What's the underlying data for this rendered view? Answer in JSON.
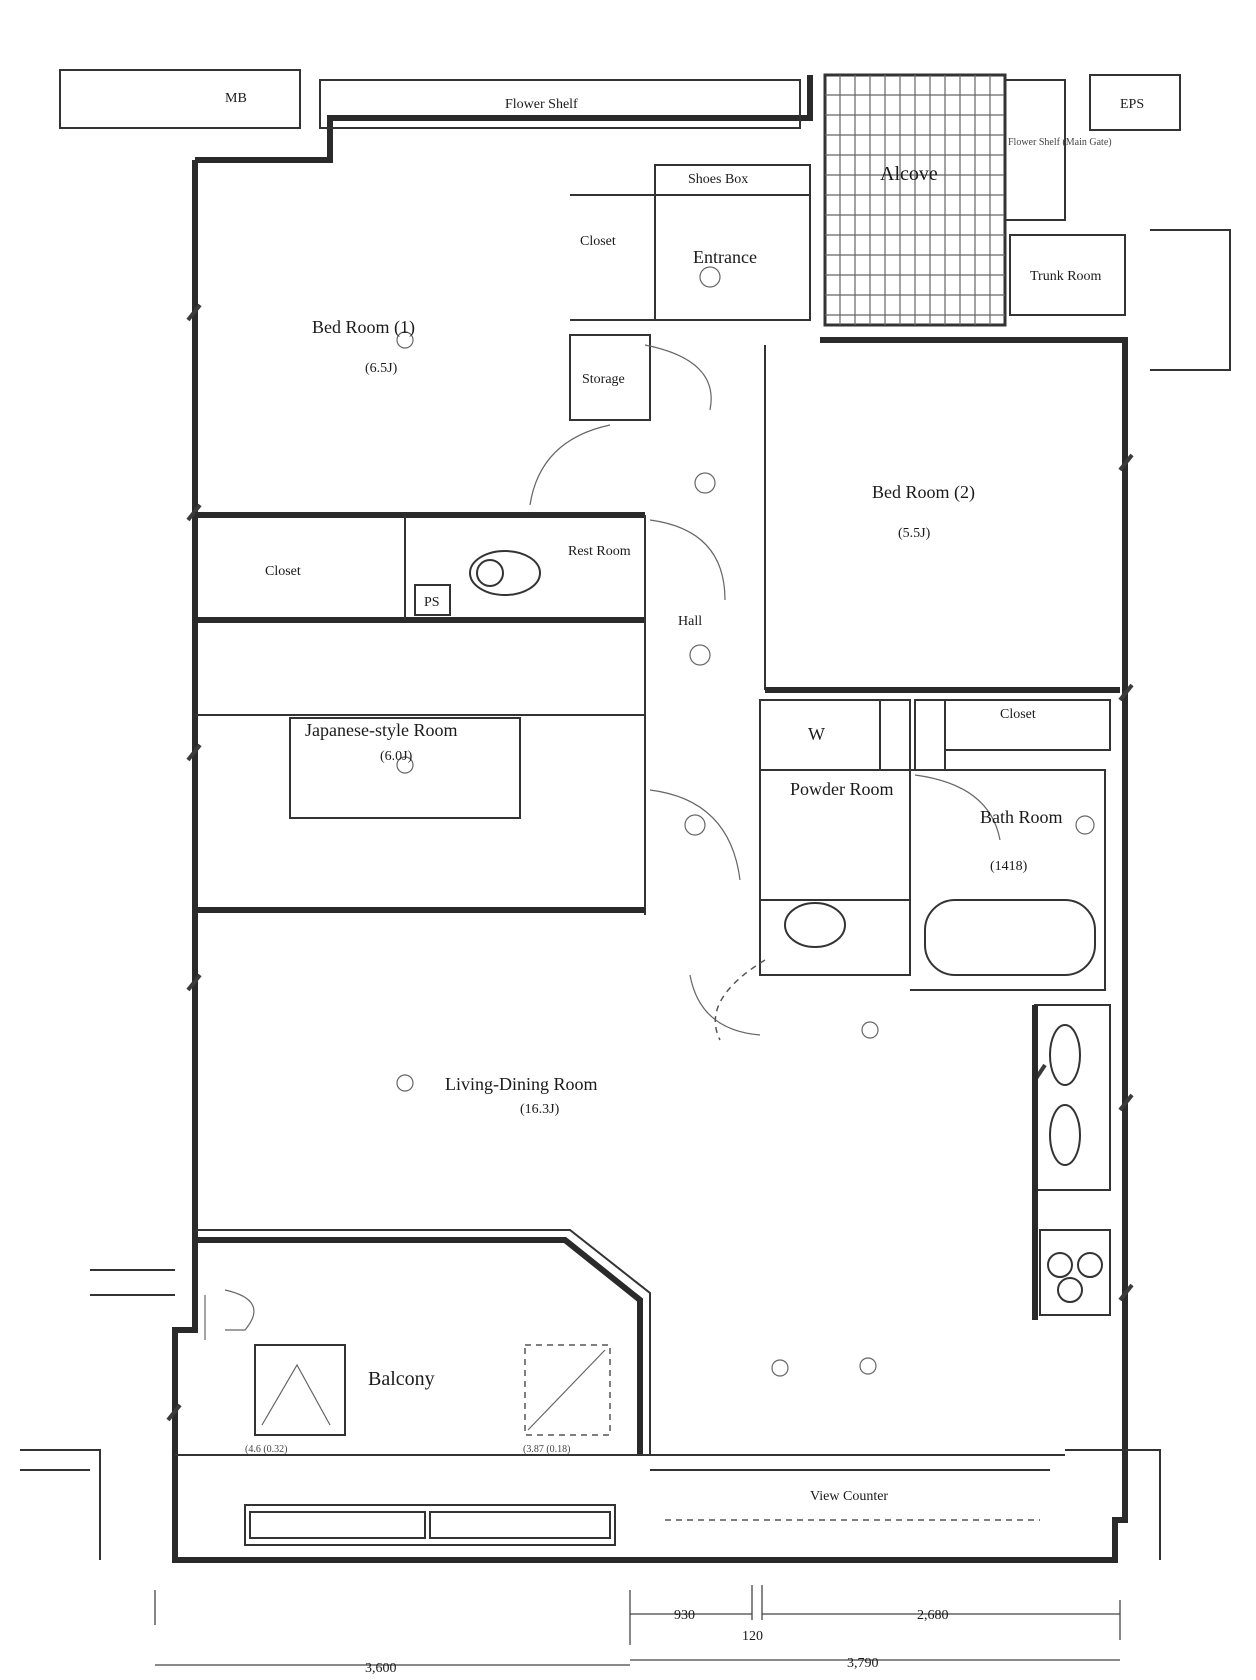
{
  "rooms": {
    "mb": "MB",
    "flower_shelf_top": "Flower Shelf",
    "flower_shelf_side": "Flower Shelf (Main Gate)",
    "eps": "EPS",
    "shoes_box": "Shoes Box",
    "alcove": "Alcove",
    "closet_entrance": "Closet",
    "entrance": "Entrance",
    "trunk_room": "Trunk Room",
    "bedroom1": "Bed Room (1)",
    "bedroom1_area": "(6.5J)",
    "storage": "Storage",
    "bedroom2": "Bed Room (2)",
    "bedroom2_area": "(5.5J)",
    "closet_left": "Closet",
    "rest_room": "Rest Room",
    "ps": "PS",
    "hall": "Hall",
    "closet_right": "Closet",
    "w": "W",
    "japanese_room": "Japanese-style Room",
    "japanese_room_area": "(6.0J)",
    "powder_room": "Powder Room",
    "bath_room": "Bath Room",
    "bath_room_area": "(1418)",
    "living_dining": "Living-Dining Room",
    "living_dining_area": "(16.3J)",
    "balcony": "Balcony",
    "balcony_note_left": "(4.6 (0.32)",
    "balcony_note_right": "(3.87 (0.18)",
    "view_counter": "View Counter"
  },
  "dimensions": {
    "d930": "930",
    "d120": "120",
    "d2680": "2,680",
    "d3600": "3,600",
    "d3790": "3,790"
  }
}
